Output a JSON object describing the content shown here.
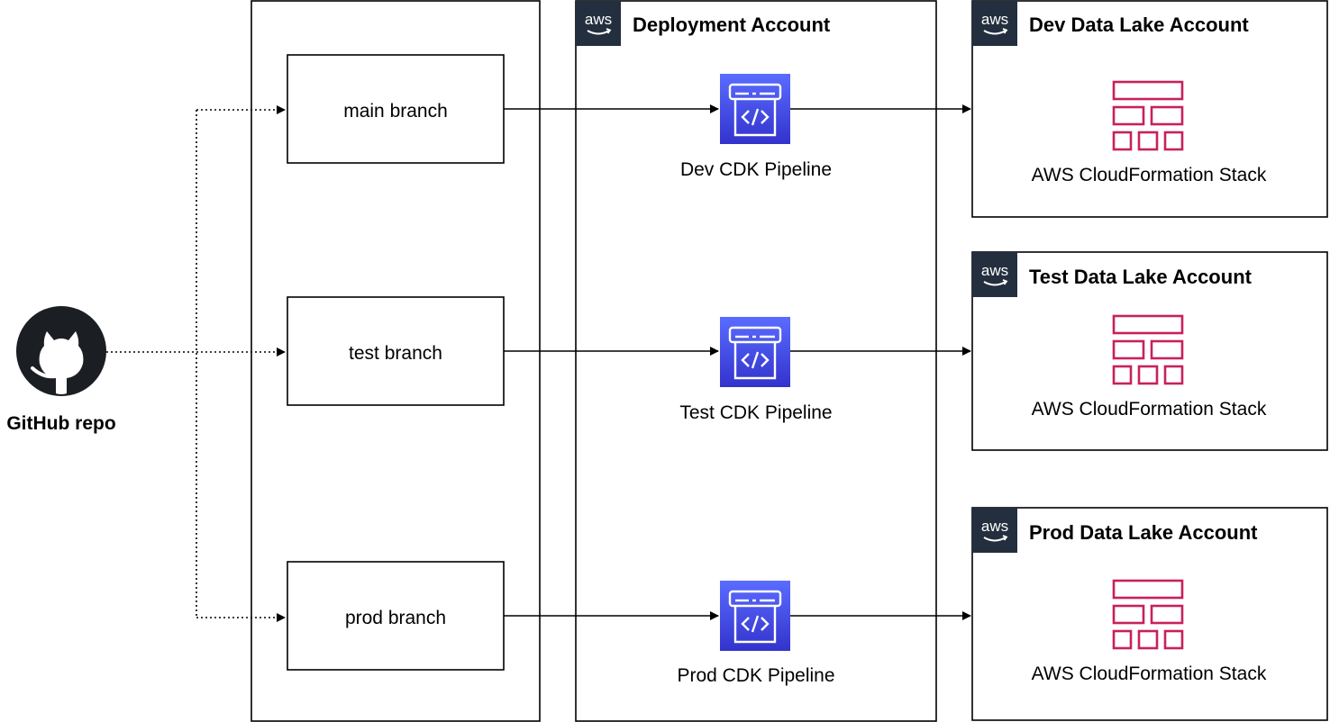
{
  "source": {
    "label": "GitHub repo",
    "icon": "github-octocat-icon"
  },
  "branches": [
    {
      "label": "main branch"
    },
    {
      "label": "test branch"
    },
    {
      "label": "prod branch"
    }
  ],
  "deployment_account": {
    "title": "Deployment Account",
    "badge": "aws"
  },
  "pipelines": [
    {
      "label": "Dev CDK Pipeline",
      "icon": "codepipeline-icon"
    },
    {
      "label": "Test CDK Pipeline",
      "icon": "codepipeline-icon"
    },
    {
      "label": "Prod CDK Pipeline",
      "icon": "codepipeline-icon"
    }
  ],
  "target_accounts": [
    {
      "title": "Dev Data Lake Account",
      "badge": "aws",
      "stack_label": "AWS CloudFormation Stack",
      "icon": "cloudformation-stack-icon"
    },
    {
      "title": "Test Data Lake Account",
      "badge": "aws",
      "stack_label": "AWS CloudFormation Stack",
      "icon": "cloudformation-stack-icon"
    },
    {
      "title": "Prod Data Lake Account",
      "badge": "aws",
      "stack_label": "AWS CloudFormation Stack",
      "icon": "cloudformation-stack-icon"
    }
  ],
  "colors": {
    "aws_badge_bg": "#232f3e",
    "pipeline_icon_top": "#5a6cff",
    "pipeline_icon_bottom": "#3333cc",
    "cloudformation_icon": "#c7215d",
    "stroke": "#000000"
  }
}
